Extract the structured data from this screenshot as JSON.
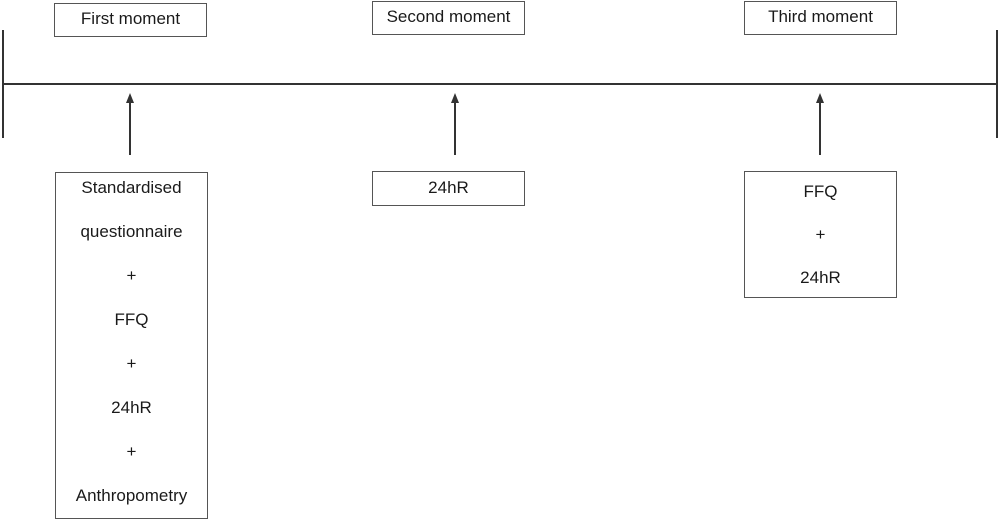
{
  "moments": [
    {
      "label": "First moment"
    },
    {
      "label": "Second moment"
    },
    {
      "label": "Third moment"
    }
  ],
  "measures": [
    {
      "lines": [
        "Standardised",
        "questionnaire",
        "+",
        "FFQ",
        "+",
        "24hR",
        "+",
        "Anthropometry"
      ]
    },
    {
      "lines": [
        "24hR"
      ]
    },
    {
      "lines": [
        "FFQ",
        "+",
        "24hR"
      ]
    }
  ]
}
